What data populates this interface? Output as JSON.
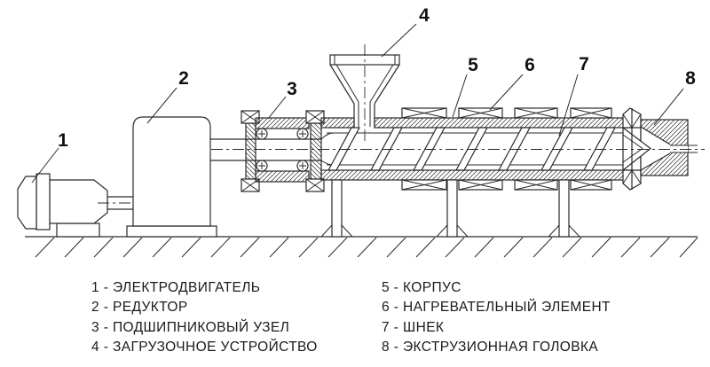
{
  "colors": {
    "line": "#2a2a2a",
    "text": "#1a1a1a",
    "background": "#ffffff"
  },
  "callouts": [
    "1",
    "2",
    "3",
    "4",
    "5",
    "6",
    "7",
    "8"
  ],
  "legend": {
    "left": [
      "1 - ЭЛЕКТРОДВИГАТЕЛЬ",
      "2 - РЕДУКТОР",
      "3 - ПОДШИПНИКОВЫЙ УЗЕЛ",
      "4 - ЗАГРУЗОЧНОЕ УСТРОЙСТВО"
    ],
    "right": [
      "5 - КОРПУС",
      "6 - НАГРЕВАТЕЛЬНЫЙ ЭЛЕМЕНТ",
      "7 - ШНЕК",
      "8 - ЭКСТРУЗИОННАЯ ГОЛОВКА"
    ]
  }
}
